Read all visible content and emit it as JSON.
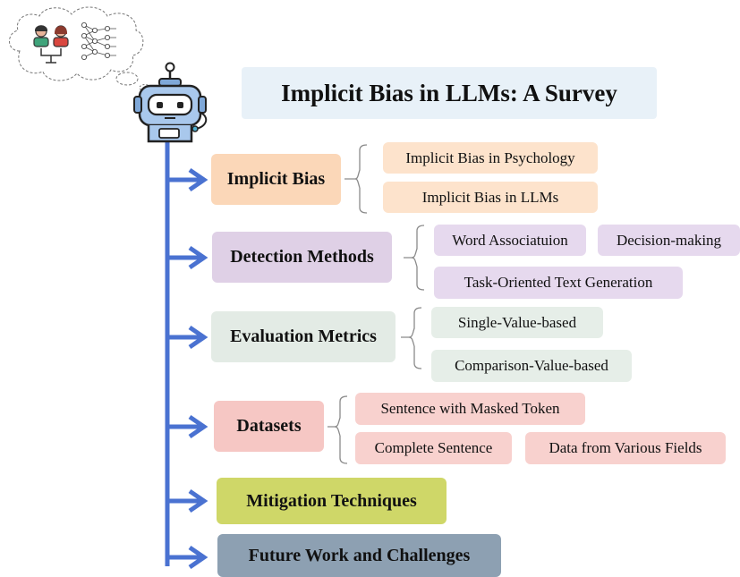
{
  "title": "Implicit Bias in LLMs: A Survey",
  "colors": {
    "trunk": "#4a72d1",
    "bracket": "#8a8a8a",
    "implicit_bias": "#fbd7b8",
    "detection": "#dfd0e6",
    "evaluation": "#e3ebe5",
    "datasets": "#f6c7c4",
    "mitigation": "#cfd768",
    "future": "#8da0b2"
  },
  "icons": [
    "thought-bubble-icon",
    "people-icon",
    "neural-network-icon",
    "robot-icon"
  ],
  "sections": [
    {
      "label": "Implicit Bias",
      "children": [
        "Implicit Bias in Psychology",
        "Implicit Bias in LLMs"
      ]
    },
    {
      "label": "Detection Methods",
      "children": [
        "Word Associatuion",
        "Decision-making",
        "Task-Oriented Text Generation"
      ]
    },
    {
      "label": "Evaluation Metrics",
      "children": [
        "Single-Value-based",
        "Comparison-Value-based"
      ]
    },
    {
      "label": "Datasets",
      "children": [
        "Sentence with Masked Token",
        "Complete Sentence",
        "Data from Various Fields"
      ]
    },
    {
      "label": "Mitigation Techniques",
      "children": []
    },
    {
      "label": "Future Work and Challenges",
      "children": []
    }
  ]
}
